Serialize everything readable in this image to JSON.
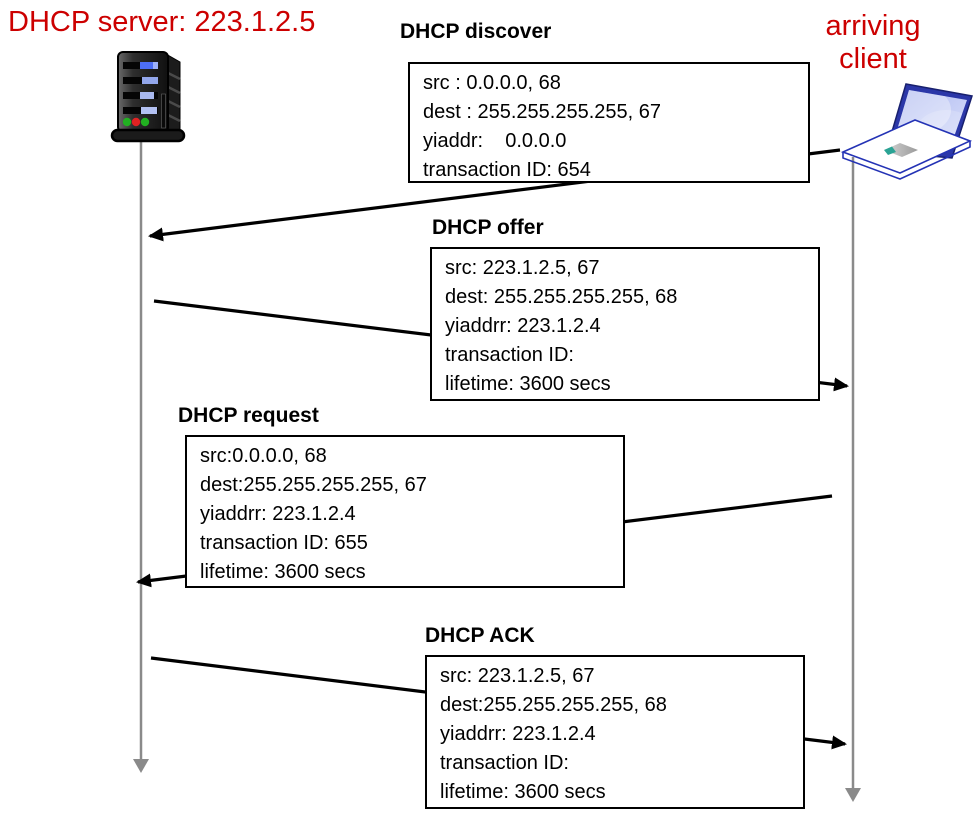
{
  "palette": {
    "red": "#cc0000",
    "lifeline_gray": "#8a8a8a",
    "arrow_black": "#000000",
    "box_background": "#ffffff"
  },
  "actors": {
    "server": {
      "label": "DHCP server: 223.1.2.5",
      "icon": "server-icon"
    },
    "client": {
      "label": "arriving client",
      "icon": "laptop-icon"
    }
  },
  "messages": [
    {
      "title": "DHCP discover",
      "from": "client",
      "to": "server",
      "fields": [
        "src : 0.0.0.0, 68",
        "dest : 255.255.255.255, 67",
        "yiaddr:    0.0.0.0",
        "transaction ID: 654"
      ]
    },
    {
      "title": "DHCP offer",
      "from": "server",
      "to": "client",
      "fields": [
        "src: 223.1.2.5, 67",
        "dest: 255.255.255.255, 68",
        "yiaddrr: 223.1.2.4",
        "transaction ID:",
        "lifetime: 3600 secs"
      ]
    },
    {
      "title": "DHCP request",
      "from": "client",
      "to": "server",
      "fields": [
        "src:0.0.0.0, 68",
        "dest:255.255.255.255, 67",
        "yiaddrr: 223.1.2.4",
        "transaction ID: 655",
        "lifetime: 3600 secs"
      ]
    },
    {
      "title": "DHCP ACK",
      "from": "server",
      "to": "client",
      "fields": [
        "src: 223.1.2.5, 67",
        "dest:255.255.255.255, 68",
        "yiaddrr: 223.1.2.4",
        "transaction ID:",
        "lifetime: 3600 secs"
      ]
    }
  ]
}
